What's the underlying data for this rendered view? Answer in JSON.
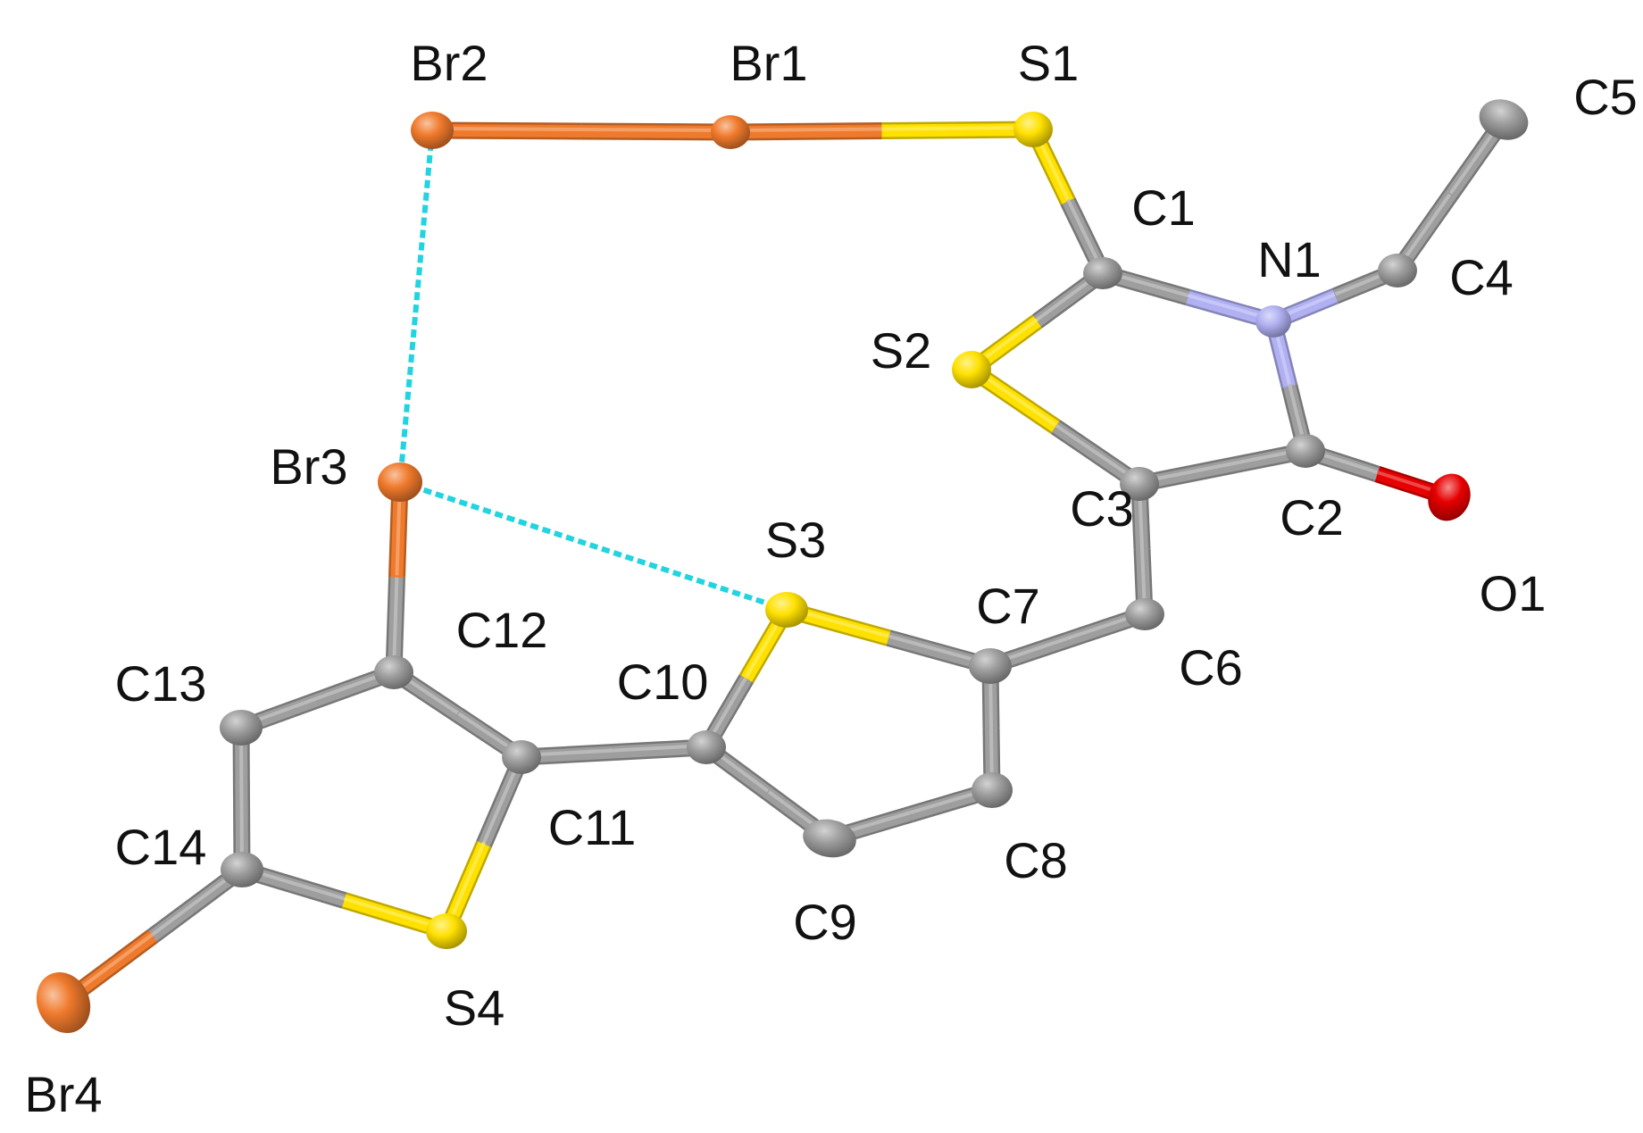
{
  "colors": {
    "carbon": "#9e9e9e",
    "sulfur": "#ffe100",
    "bromine": "#f07a2c",
    "nitrogen": "#b0b0f2",
    "oxygen": "#e60000",
    "contact": "#22d3e0",
    "label": "#111111"
  },
  "atoms": [
    {
      "id": "Br1",
      "label": "Br1",
      "element": "bromine"
    },
    {
      "id": "Br2",
      "label": "Br2",
      "element": "bromine"
    },
    {
      "id": "Br3",
      "label": "Br3",
      "element": "bromine"
    },
    {
      "id": "Br4",
      "label": "Br4",
      "element": "bromine"
    },
    {
      "id": "S1",
      "label": "S1",
      "element": "sulfur"
    },
    {
      "id": "S2",
      "label": "S2",
      "element": "sulfur"
    },
    {
      "id": "S3",
      "label": "S3",
      "element": "sulfur"
    },
    {
      "id": "S4",
      "label": "S4",
      "element": "sulfur"
    },
    {
      "id": "N1",
      "label": "N1",
      "element": "nitrogen"
    },
    {
      "id": "O1",
      "label": "O1",
      "element": "oxygen"
    },
    {
      "id": "C1",
      "label": "C1",
      "element": "carbon"
    },
    {
      "id": "C2",
      "label": "C2",
      "element": "carbon"
    },
    {
      "id": "C3",
      "label": "C3",
      "element": "carbon"
    },
    {
      "id": "C4",
      "label": "C4",
      "element": "carbon"
    },
    {
      "id": "C5",
      "label": "C5",
      "element": "carbon"
    },
    {
      "id": "C6",
      "label": "C6",
      "element": "carbon"
    },
    {
      "id": "C7",
      "label": "C7",
      "element": "carbon"
    },
    {
      "id": "C8",
      "label": "C8",
      "element": "carbon"
    },
    {
      "id": "C9",
      "label": "C9",
      "element": "carbon"
    },
    {
      "id": "C10",
      "label": "C10",
      "element": "carbon"
    },
    {
      "id": "C11",
      "label": "C11",
      "element": "carbon"
    },
    {
      "id": "C12",
      "label": "C12",
      "element": "carbon"
    },
    {
      "id": "C13",
      "label": "C13",
      "element": "carbon"
    },
    {
      "id": "C14",
      "label": "C14",
      "element": "carbon"
    }
  ],
  "bonds": [
    {
      "from": "Br2",
      "to": "Br1"
    },
    {
      "from": "Br1",
      "to": "S1"
    },
    {
      "from": "S1",
      "to": "C1"
    },
    {
      "from": "C1",
      "to": "S2"
    },
    {
      "from": "C1",
      "to": "N1"
    },
    {
      "from": "N1",
      "to": "C4"
    },
    {
      "from": "C4",
      "to": "C5"
    },
    {
      "from": "N1",
      "to": "C2"
    },
    {
      "from": "C2",
      "to": "O1"
    },
    {
      "from": "C2",
      "to": "C3"
    },
    {
      "from": "C3",
      "to": "S2"
    },
    {
      "from": "C3",
      "to": "C6"
    },
    {
      "from": "C6",
      "to": "C7"
    },
    {
      "from": "C7",
      "to": "S3"
    },
    {
      "from": "C7",
      "to": "C8"
    },
    {
      "from": "C8",
      "to": "C9"
    },
    {
      "from": "C9",
      "to": "C10"
    },
    {
      "from": "C10",
      "to": "S3"
    },
    {
      "from": "C10",
      "to": "C11"
    },
    {
      "from": "C11",
      "to": "C12"
    },
    {
      "from": "C11",
      "to": "S4"
    },
    {
      "from": "C12",
      "to": "Br3"
    },
    {
      "from": "C12",
      "to": "C13"
    },
    {
      "from": "C13",
      "to": "C14"
    },
    {
      "from": "C14",
      "to": "S4"
    },
    {
      "from": "C14",
      "to": "Br4"
    }
  ],
  "contacts": [
    {
      "from": "Br2",
      "to": "Br3"
    },
    {
      "from": "Br3",
      "to": "S3"
    }
  ]
}
